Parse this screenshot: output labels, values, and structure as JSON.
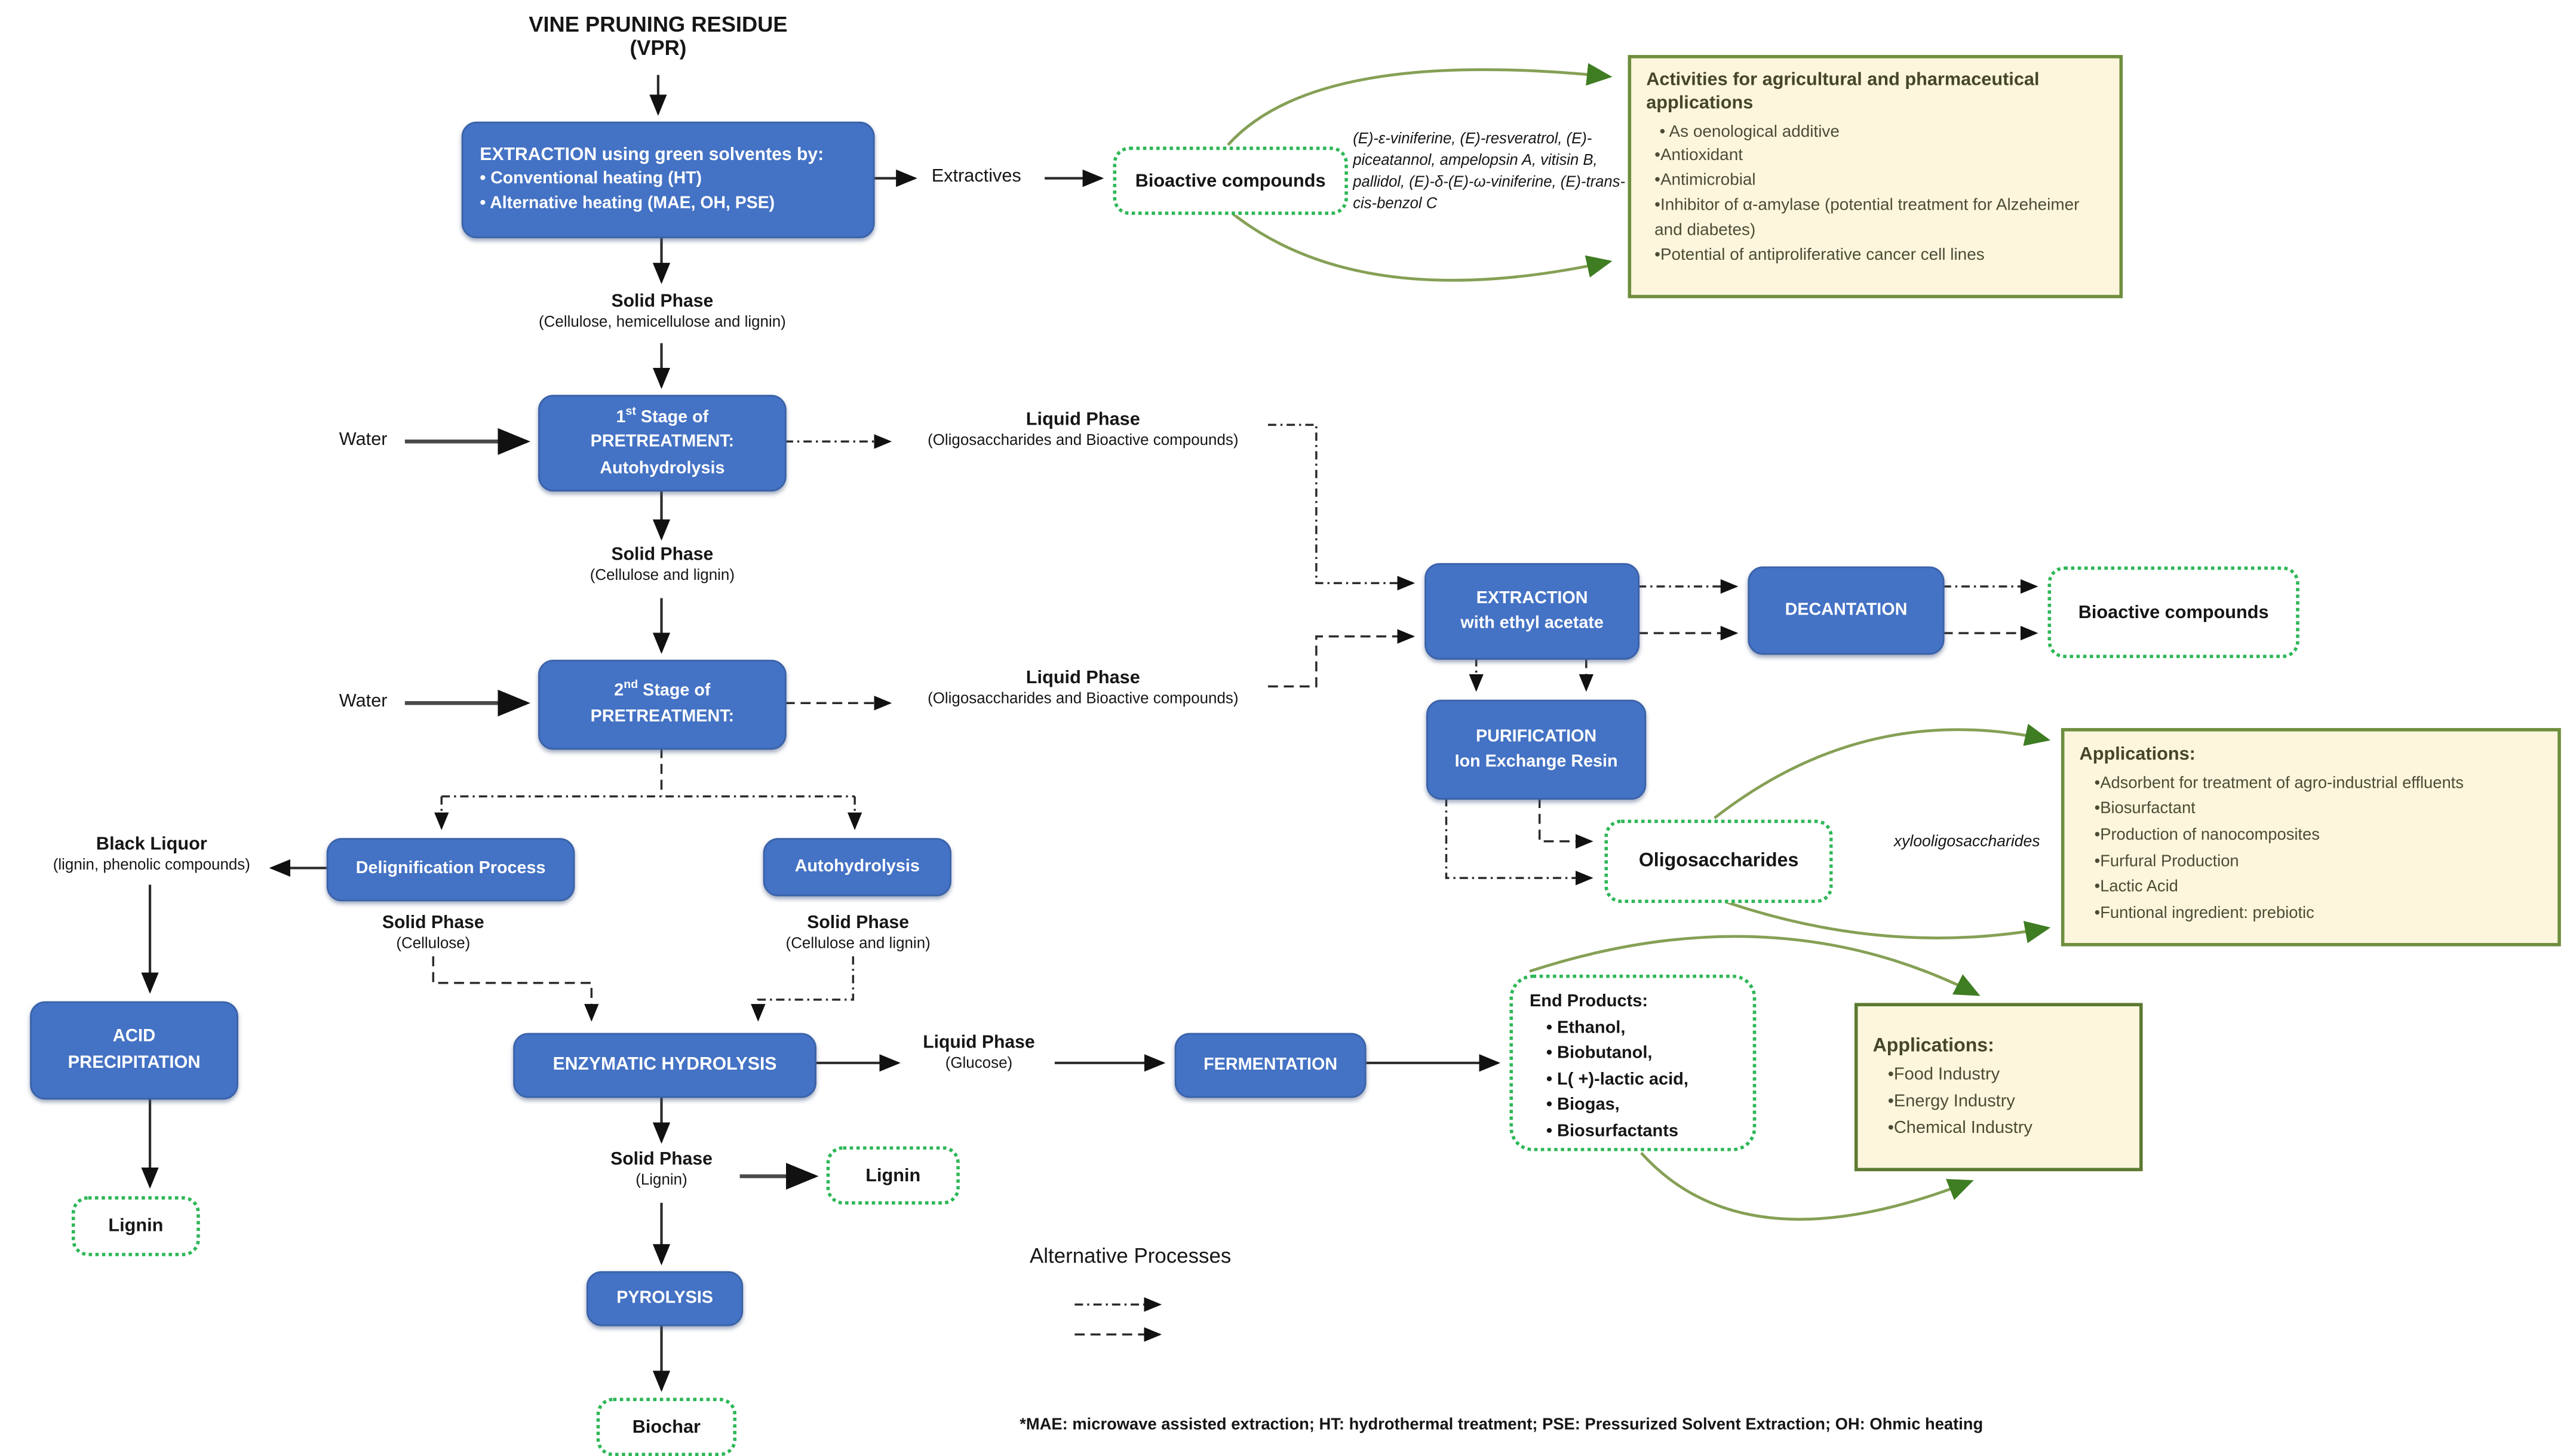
{
  "colors": {
    "blue": "#4472c4",
    "green": "#2db757",
    "olive": "#85a055",
    "olive_dark": "#3f7d23",
    "cream": "#fdf6dd",
    "olive_border": "#6e8e3e"
  },
  "title": {
    "line1": "VINE PRUNING RESIDUE",
    "line2": "(VPR)"
  },
  "nodes": {
    "extraction_main": {
      "heading": "EXTRACTION using green solventes by:",
      "bullet1": "•  Conventional heating (HT)",
      "bullet2": "•  Alternative heating  (MAE, OH, PSE)"
    },
    "stage1": {
      "num": "1",
      "sup": "st",
      "rest": " Stage of",
      "line2": "PRETREATMENT:",
      "line3": "Autohydrolysis"
    },
    "stage2": {
      "num": "2",
      "sup": "nd",
      "rest": " Stage of",
      "line2": "PRETREATMENT:"
    },
    "extraction_ea": {
      "line1": "EXTRACTION",
      "line2": "with ethyl acetate"
    },
    "decantation": "DECANTATION",
    "purification": {
      "line1": "PURIFICATION",
      "line2": "Ion Exchange Resin"
    },
    "delignification": "Delignification Process",
    "autohydrolysis": "Autohydrolysis",
    "acid_precipitation": {
      "line1": "ACID",
      "line2": "PRECIPITATION"
    },
    "enzymatic": "ENZYMATIC HYDROLYSIS",
    "fermentation": "FERMENTATION",
    "pyrolysis": "PYROLYSIS",
    "bioactive1": "Bioactive compounds",
    "bioactive2": "Bioactive compounds",
    "oligosaccharides": "Oligosaccharides",
    "lignin1": "Lignin",
    "lignin2": "Lignin",
    "biochar": "Biochar"
  },
  "labels": {
    "extractives": "Extractives",
    "compounds_list": "(E)-ε-viniferine, (E)-resveratrol, (E)-piceatannol, ampelopsin A, vitisin B, pallidol, (E)-δ-(E)-ω-viniferine, (E)-trans-cis-benzol C",
    "water1": "Water",
    "water2": "Water",
    "solid_phase1": {
      "line1": "Solid Phase",
      "line2": "(Cellulose, hemicellulose and lignin)"
    },
    "liquid_phase1": {
      "line1": "Liquid Phase",
      "line2": "(Oligosaccharides and Bioactive compounds)"
    },
    "solid_phase2": {
      "line1": "Solid Phase",
      "line2": "(Cellulose and lignin)"
    },
    "liquid_phase2": {
      "line1": "Liquid Phase",
      "line2": "(Oligosaccharides and Bioactive compounds)"
    },
    "black_liquor": {
      "line1": "Black Liquor",
      "line2": "(lignin, phenolic compounds)"
    },
    "solid_cellulose": {
      "line1": "Solid Phase",
      "line2": "(Cellulose)"
    },
    "solid_cellulose_lignin": {
      "line1": "Solid Phase",
      "line2": "(Cellulose and lignin)"
    },
    "liquid_glucose": {
      "line1": "Liquid Phase",
      "line2": "(Glucose)"
    },
    "solid_lignin": {
      "line1": "Solid Phase",
      "line2": "(Lignin)"
    },
    "xylo": "xylooligosaccharides"
  },
  "panels": {
    "activities": {
      "title": "Activities for agricultural and pharmaceutical applications",
      "items": [
        "• As oenological additive",
        "•Antioxidant",
        "•Antimicrobial",
        "•Inhibitor of α-amylase (potential treatment for Alzeheimer and diabetes)",
        "•Potential of antiproliferative cancer cell lines"
      ]
    },
    "applications1": {
      "title": "Applications:",
      "items": [
        "•Adsorbent for treatment of agro-industrial effluents",
        "•Biosurfactant",
        "•Production of nanocomposites",
        "•Furfural Production",
        "•Lactic Acid",
        "•Funtional ingredient: prebiotic"
      ]
    },
    "applications2": {
      "title": "Applications:",
      "items": [
        "•Food Industry",
        "•Energy Industry",
        "•Chemical Industry"
      ]
    },
    "end_products": {
      "title": "End Products:",
      "items": [
        "•  Ethanol,",
        "•  Biobutanol,",
        "•  L( +)-lactic acid,",
        "•  Biogas,",
        "•  Biosurfactants"
      ]
    }
  },
  "legend": {
    "title": "Alternative Processes"
  },
  "footnote": "*MAE: microwave assisted extraction; HT: hydrothermal treatment; PSE: Pressurized Solvent Extraction; OH: Ohmic heating"
}
